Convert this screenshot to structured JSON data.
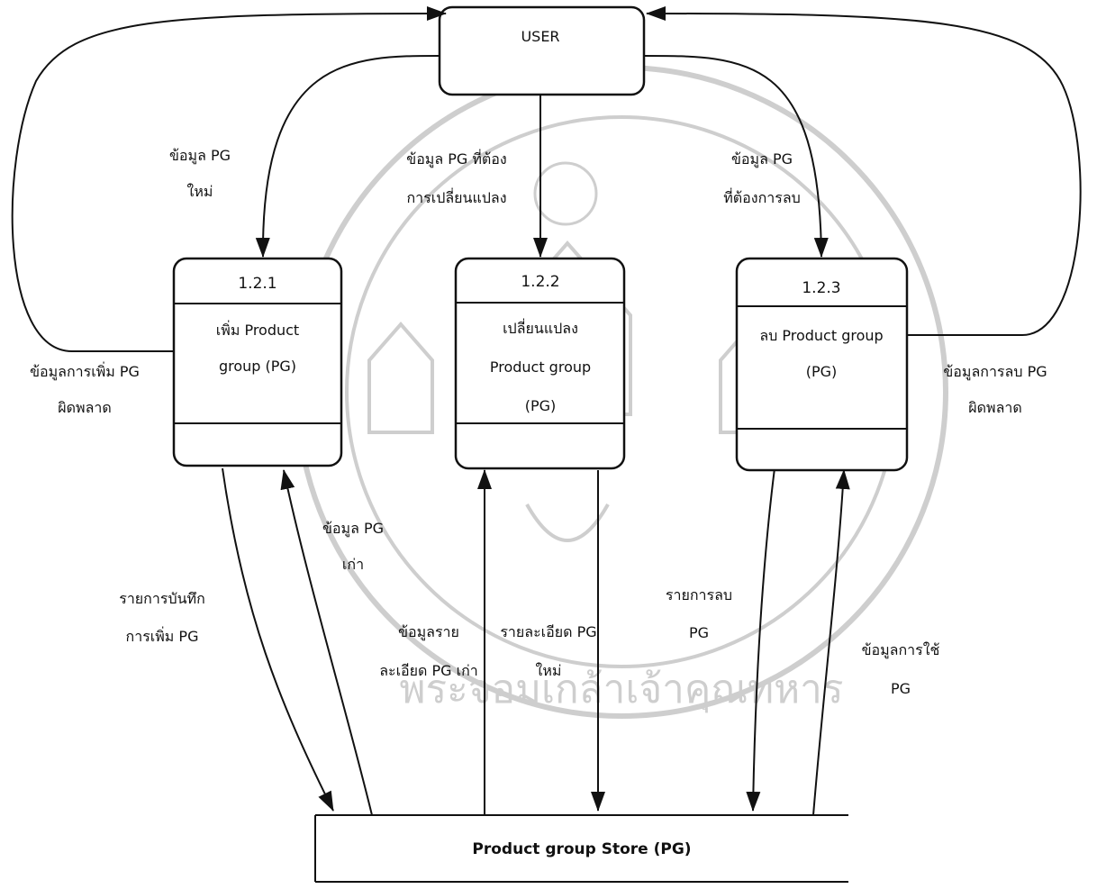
{
  "entity": {
    "label": "USER"
  },
  "processes": [
    {
      "id": "1.2.1",
      "name_lines": [
        "เพิ่ม Product",
        "group (PG)"
      ]
    },
    {
      "id": "1.2.2",
      "name_lines": [
        "เปลี่ยนแปลง",
        "Product group",
        "(PG)"
      ]
    },
    {
      "id": "1.2.3",
      "name_lines": [
        "ลบ Product group",
        "(PG)"
      ]
    }
  ],
  "store": {
    "label": "Product group Store (PG)"
  },
  "flows": {
    "user_to_add": [
      "ข้อมูล PG",
      "ใหม่"
    ],
    "user_to_change": [
      "ข้อมูล PG ที่ต้อง",
      "การเปลี่ยนแปลง"
    ],
    "user_to_delete": [
      "ข้อมูล PG",
      "ที่ต้องการลบ"
    ],
    "add_error": [
      "ข้อมูลการเพิ่ม PG",
      "ผิดพลาด"
    ],
    "delete_error": [
      "ข้อมูลการลบ PG",
      "ผิดพลาด"
    ],
    "add_to_store": [
      "รายการบันทึก",
      "การเพิ่ม PG"
    ],
    "store_to_add": [
      "ข้อมูล PG",
      "เก่า"
    ],
    "store_to_change": [
      "ข้อมูลราย",
      "ละเอียด PG เก่า"
    ],
    "change_to_store": [
      "รายละเอียด PG",
      "ใหม่"
    ],
    "delete_to_store": [
      "รายการลบ",
      "PG"
    ],
    "store_to_delete": [
      "ข้อมูลการใช้",
      "PG"
    ]
  },
  "watermark": {
    "text": "พระจอมเกล้าเจ้าคุณทหาร",
    "color": "#c9c9c9"
  }
}
